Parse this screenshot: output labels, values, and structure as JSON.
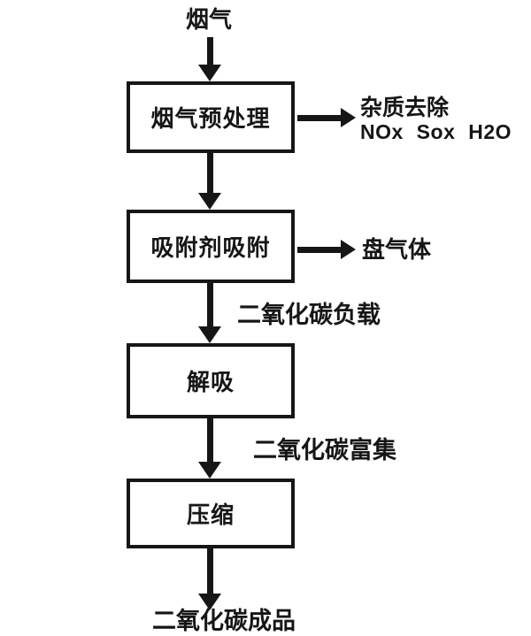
{
  "diagram": {
    "source_label": "烟气",
    "nodes": [
      {
        "label": "烟气预处理"
      },
      {
        "label": "吸附剂吸附"
      },
      {
        "label": "解吸"
      },
      {
        "label": "压缩"
      }
    ],
    "branches": [
      {
        "line1": "杂质去除",
        "line2": "NOx Sox H2O"
      },
      {
        "line1": "盘气体"
      }
    ],
    "flow_labels": [
      "二氧化碳负载",
      "二氧化碳富集"
    ],
    "product_label": "二氧化碳成品",
    "colors": {
      "ink": "#161616",
      "background": "#ffffff"
    }
  }
}
